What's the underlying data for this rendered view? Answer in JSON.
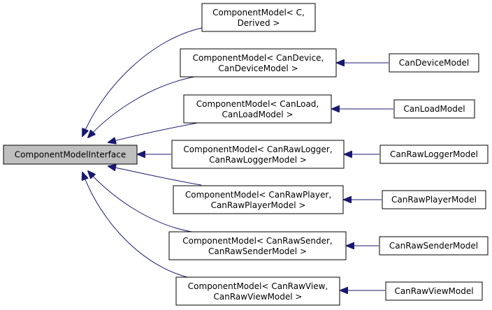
{
  "root": {
    "label": "ComponentModelInterface",
    "fill": "#bfbfbf"
  },
  "templates": [
    {
      "id": "c-derived",
      "lines": [
        "ComponentModel< C,",
        "Derived >"
      ]
    },
    {
      "id": "can-device",
      "lines": [
        "ComponentModel< CanDevice,",
        "CanDeviceModel >"
      ]
    },
    {
      "id": "can-load",
      "lines": [
        "ComponentModel< CanLoad,",
        "CanLoadModel >"
      ]
    },
    {
      "id": "can-raw-logger",
      "lines": [
        "ComponentModel< CanRawLogger,",
        "CanRawLoggerModel >"
      ]
    },
    {
      "id": "can-raw-player",
      "lines": [
        "ComponentModel< CanRawPlayer,",
        "CanRawPlayerModel >"
      ]
    },
    {
      "id": "can-raw-sender",
      "lines": [
        "ComponentModel< CanRawSender,",
        "CanRawSenderModel >"
      ]
    },
    {
      "id": "can-raw-view",
      "lines": [
        "ComponentModel< CanRawView,",
        "CanRawViewModel >"
      ]
    }
  ],
  "models": [
    {
      "id": "can-device",
      "label": "CanDeviceModel"
    },
    {
      "id": "can-load",
      "label": "CanLoadModel"
    },
    {
      "id": "can-raw-logger",
      "label": "CanRawLoggerModel"
    },
    {
      "id": "can-raw-player",
      "label": "CanRawPlayerModel"
    },
    {
      "id": "can-raw-sender",
      "label": "CanRawSenderModel"
    },
    {
      "id": "can-raw-view",
      "label": "CanRawViewModel"
    }
  ],
  "colors": {
    "edge": "#191970",
    "node_fill": "#ffffff",
    "node_border": "#000000"
  }
}
